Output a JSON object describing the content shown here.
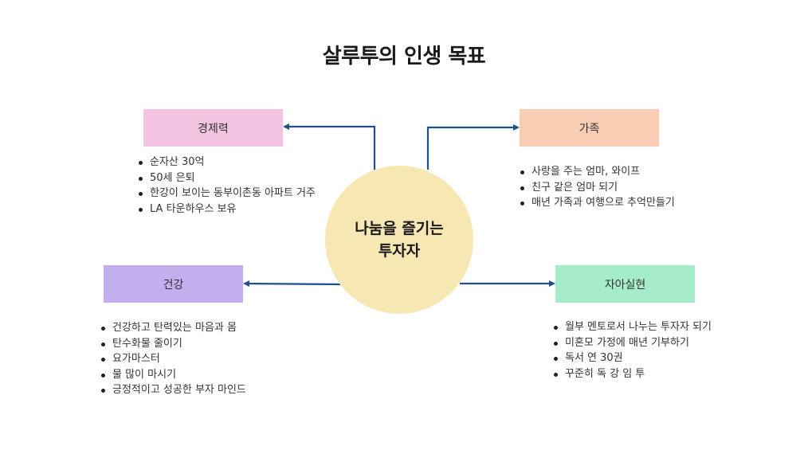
{
  "title": "살루투의 인생 목표",
  "center": {
    "line1": "나눔을 즐기는",
    "line2": "투자자",
    "color": "#F6E7B3"
  },
  "arrow_color": "#1F5088",
  "categories": {
    "econ": {
      "label": "경제력",
      "color": "#F3C4E2",
      "items": [
        "순자산 30억",
        "50세 은퇴",
        "한강이 보이는 동부이촌동 아파트 거주",
        "LA 타운하우스 보유"
      ]
    },
    "family": {
      "label": "가족",
      "color": "#F9CDB4",
      "items": [
        "사랑을 주는 엄마, 와이프",
        "친구 같은 엄마 되기",
        "매년 가족과 여행으로 추억만들기"
      ]
    },
    "health": {
      "label": "건강",
      "color": "#C3AEEE",
      "items": [
        "건강하고 탄력있는 마음과 몸",
        "탄수화물 줄이기",
        "요가마스터",
        "물 많이 마시기",
        "긍정적이고 성공한 부자 마인드"
      ]
    },
    "self": {
      "label": "자아실현",
      "color": "#A5ECCB",
      "items": [
        "월부 멘토로서 나누는 투자자 되기",
        "미혼모 가정에 매년 기부하기",
        "독서 연 30권",
        "꾸준히 독 강 임 투"
      ]
    }
  }
}
